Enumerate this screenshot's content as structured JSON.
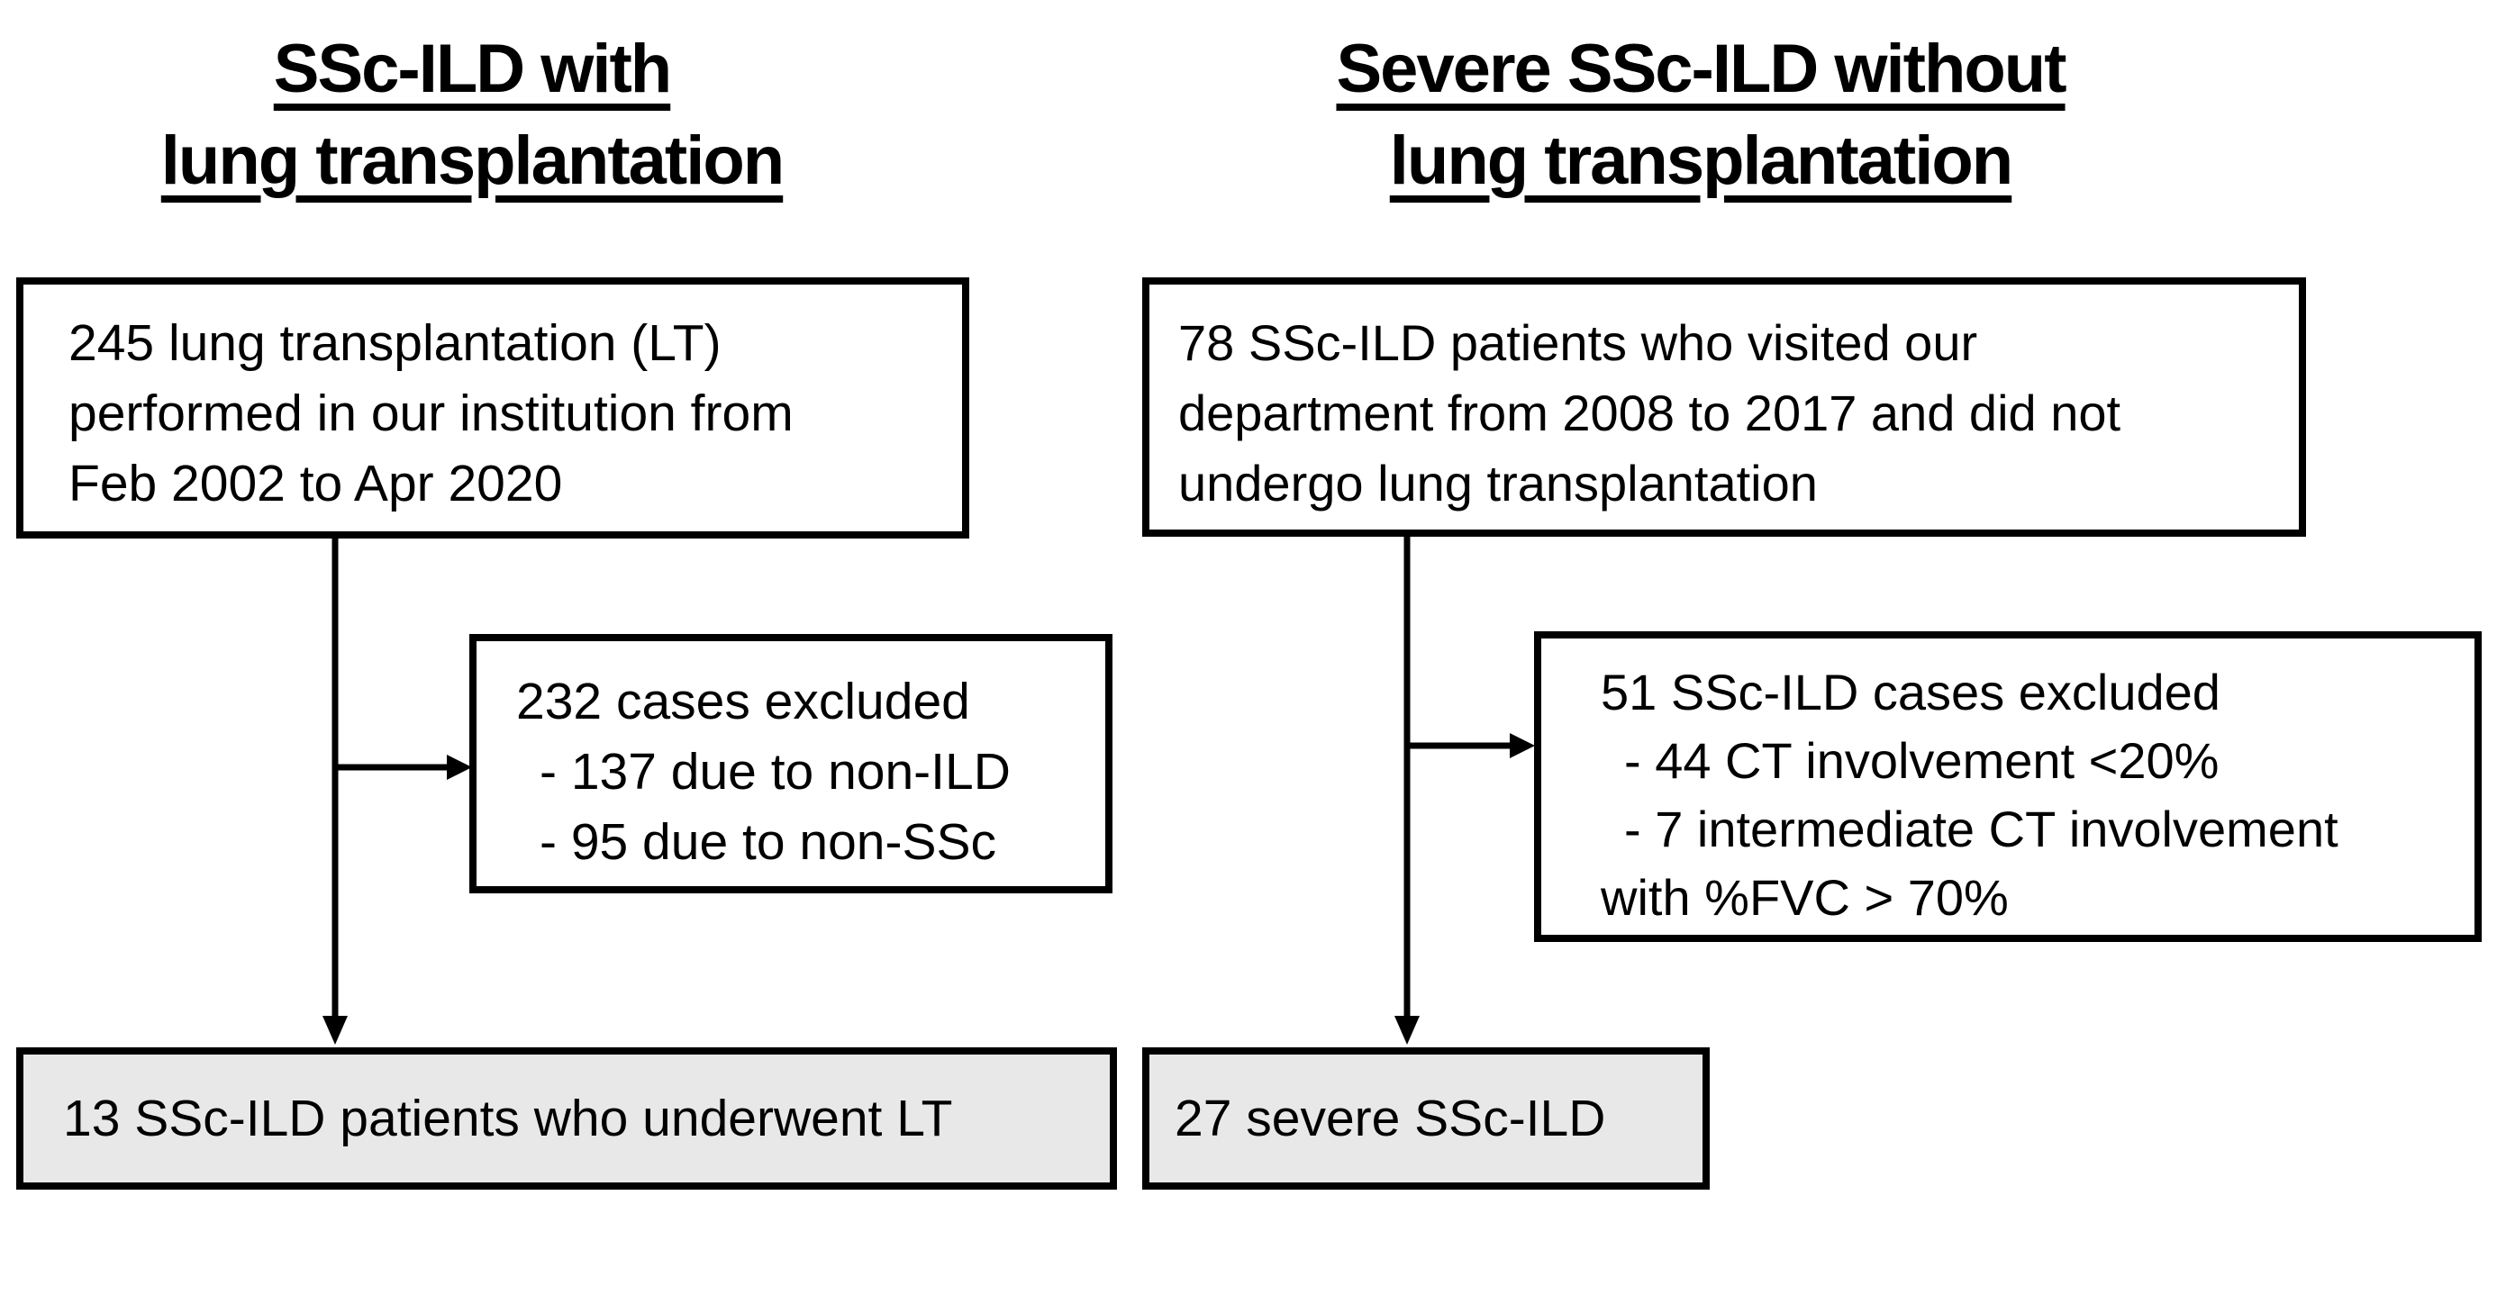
{
  "columns": {
    "left": {
      "title": [
        "SSc-ILD with",
        "lung transplantation"
      ],
      "source_box": [
        "245 lung transplantation (LT)",
        "performed in our institution from",
        "Feb 2002 to Apr 2020"
      ],
      "excluded_box": [
        "232 cases excluded",
        "- 137 due to non-ILD",
        "- 95 due to non-SSc"
      ],
      "result_box": "13 SSc-ILD patients who underwent LT"
    },
    "right": {
      "title": [
        "Severe SSc-ILD without",
        "lung transplantation"
      ],
      "source_box": [
        "78 SSc-ILD patients who visited our",
        "department from 2008 to 2017 and did not",
        "undergo lung transplantation"
      ],
      "excluded_box": [
        "51 SSc-ILD cases excluded",
        "- 44 CT involvement <20%",
        "- 7 intermediate CT involvement",
        "with %FVC > 70%"
      ],
      "result_box": "27 severe SSc-ILD"
    }
  },
  "colors": {
    "background": "#ffffff",
    "line_and_text": "#000000",
    "box_fill": "#ffffff",
    "result_box_fill": "#e8e8e8"
  }
}
